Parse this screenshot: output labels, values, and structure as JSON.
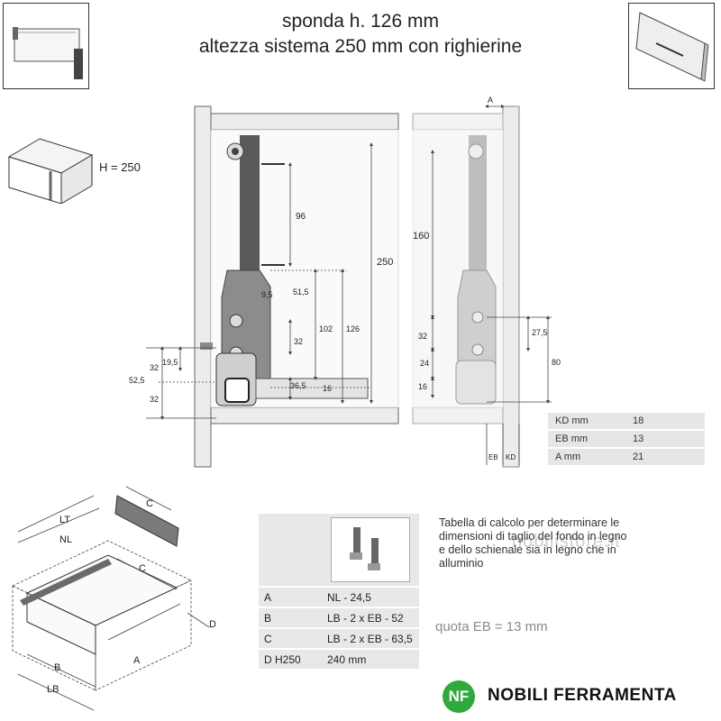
{
  "title": {
    "line1": "sponda h. 126 mm",
    "line2": "altezza sistema 250 mm con righierine"
  },
  "drawer_icon": {
    "label": "H = 250"
  },
  "section_dimensions": {
    "left": {
      "d96": "96",
      "d250": "250",
      "d9_5": "9,5",
      "d51_5": "51,5",
      "d102": "102",
      "d126": "126",
      "d32": "32",
      "d36_5": "36,5",
      "d16": "16",
      "d19_5": "19,5",
      "d52_5": "52,5",
      "d32a": "32",
      "d32b": "32"
    },
    "right": {
      "dA": "A",
      "d160": "160",
      "d32": "32",
      "d24": "24",
      "d16": "16",
      "d27_5": "27,5",
      "d80": "80",
      "dEB": "EB",
      "dKD": "KD"
    }
  },
  "spec_table": [
    {
      "key": "KD mm",
      "value": "18"
    },
    {
      "key": "EB mm",
      "value": "13"
    },
    {
      "key": "A mm",
      "value": "21"
    }
  ],
  "iso_labels": {
    "lt": "LT",
    "nl": "NL",
    "c_top": "C",
    "c_back": "C",
    "d": "D",
    "a": "A",
    "b": "B",
    "lb": "LB"
  },
  "calc_table": {
    "rows": [
      {
        "code": "A",
        "formula": "NL - 24,5"
      },
      {
        "code": "B",
        "formula": "LB - 2 x EB - 52"
      },
      {
        "code": "C",
        "formula": "LB - 2 x EB - 63,5"
      },
      {
        "code": "D   H250",
        "formula": "240 mm"
      }
    ]
  },
  "note": {
    "line1": "Tabella di calcolo per determinare le",
    "line2": "dimensioni di taglio del fondo in legno",
    "line3": "e dello schienale sia in legno che in",
    "line4": "alluminio"
  },
  "watermark": "nobilistore.it",
  "quota": "quota EB = 13 mm",
  "brand": {
    "logo_text": "NF",
    "name": "NOBILI FERRAMENTA",
    "logo_color": "#2eaa3c"
  },
  "colors": {
    "line": "#444444",
    "profile": "#555555",
    "panel": "#e4e4e4"
  }
}
